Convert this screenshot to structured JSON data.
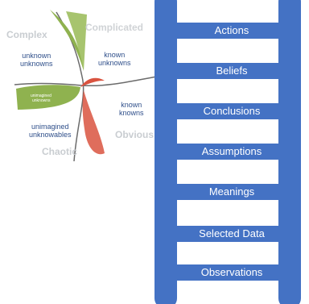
{
  "cynefin": {
    "domains": {
      "complex": "Complex",
      "complicated": "Complicated",
      "obvious": "Obvious",
      "chaotic": "Chaotic"
    },
    "quadrants": {
      "unknown_unknowns": [
        "unknown",
        "unknowns"
      ],
      "known_unknowns": [
        "known",
        "unknowns"
      ],
      "known_knowns": [
        "known",
        "knowns"
      ],
      "unimagined_unknowables": [
        "unimagined",
        "unknowables"
      ]
    },
    "colors": {
      "green": "#8fb24f",
      "red": "#d9533f",
      "blue_text": "#2f4f8a",
      "domain_grey": "#c9cdd1"
    }
  },
  "ladder": {
    "rungs": [
      "Actions",
      "Beliefs",
      "Conclusions",
      "Assumptions",
      "Meanings",
      "Selected Data",
      "Observations"
    ],
    "color": "#4472c4"
  }
}
